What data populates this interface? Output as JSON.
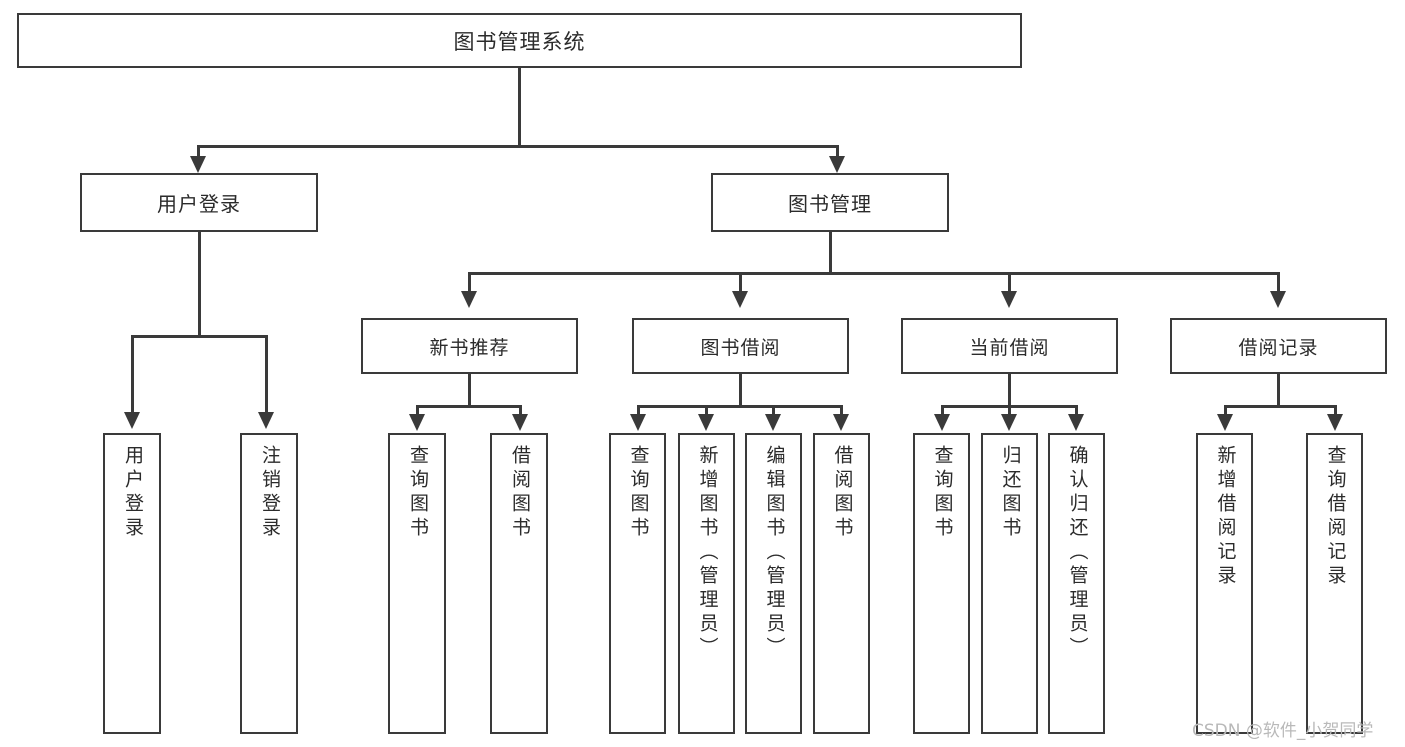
{
  "diagram": {
    "title": "图书管理系统",
    "type": "function-structure-tree",
    "watermark": "CSDN @软件_小贺同学"
  },
  "root": {
    "label": "图书管理系统"
  },
  "level2": [
    {
      "label": "用户登录"
    },
    {
      "label": "图书管理"
    }
  ],
  "level3": [
    {
      "label": "新书推荐"
    },
    {
      "label": "图书借阅"
    },
    {
      "label": "当前借阅"
    },
    {
      "label": "借阅记录"
    }
  ],
  "leaves": {
    "user_login": [
      {
        "label": "用户登录"
      },
      {
        "label": "注销登录"
      }
    ],
    "new_book_rec": [
      {
        "label": "查询图书"
      },
      {
        "label": "借阅图书"
      }
    ],
    "book_borrow": [
      {
        "label": "查询图书"
      },
      {
        "label": "新增图书（管理员）"
      },
      {
        "label": "编辑图书（管理员）"
      },
      {
        "label": "借阅图书"
      }
    ],
    "current_borrow": [
      {
        "label": "查询图书"
      },
      {
        "label": "归还图书"
      },
      {
        "label": "确认归还（管理员）"
      }
    ],
    "borrow_record": [
      {
        "label": "新增借阅记录"
      },
      {
        "label": "查询借阅记录"
      }
    ]
  },
  "colors": {
    "stroke": "#3a3a3a",
    "fill": "#ffffff",
    "text": "#2b2b2b",
    "watermark": "#b9b9b9"
  }
}
